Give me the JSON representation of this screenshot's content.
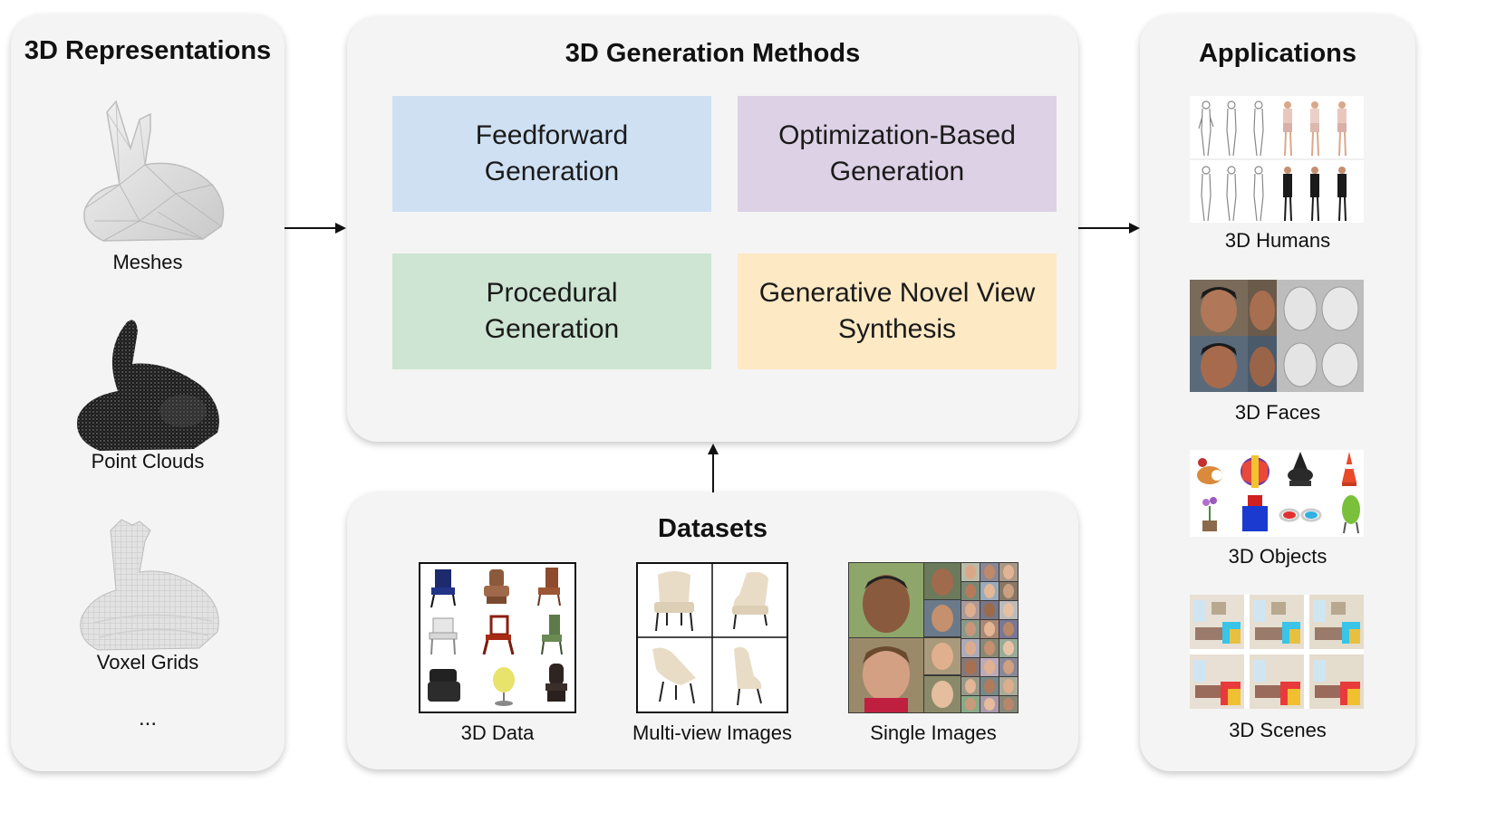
{
  "representations": {
    "title": "3D Representations",
    "items": [
      {
        "label": "Meshes"
      },
      {
        "label": "Point Clouds"
      },
      {
        "label": "Voxel Grids"
      }
    ],
    "more": "..."
  },
  "methods": {
    "title": "3D Generation Methods",
    "boxes": [
      {
        "label": "Feedforward\nGeneration",
        "color": "#cfe0f3"
      },
      {
        "label": "Optimization-Based\nGeneration",
        "color": "#ddd1e6"
      },
      {
        "label": "Procedural\nGeneration",
        "color": "#cde5d2"
      },
      {
        "label": "Generative Novel View\nSynthesis",
        "color": "#fde9c4"
      }
    ]
  },
  "datasets": {
    "title": "Datasets",
    "items": [
      {
        "label": "3D Data"
      },
      {
        "label": "Multi-view Images"
      },
      {
        "label": "Single Images"
      }
    ]
  },
  "applications": {
    "title": "Applications",
    "items": [
      {
        "label": "3D Humans"
      },
      {
        "label": "3D Faces"
      },
      {
        "label": "3D Objects"
      },
      {
        "label": "3D Scenes"
      }
    ]
  }
}
